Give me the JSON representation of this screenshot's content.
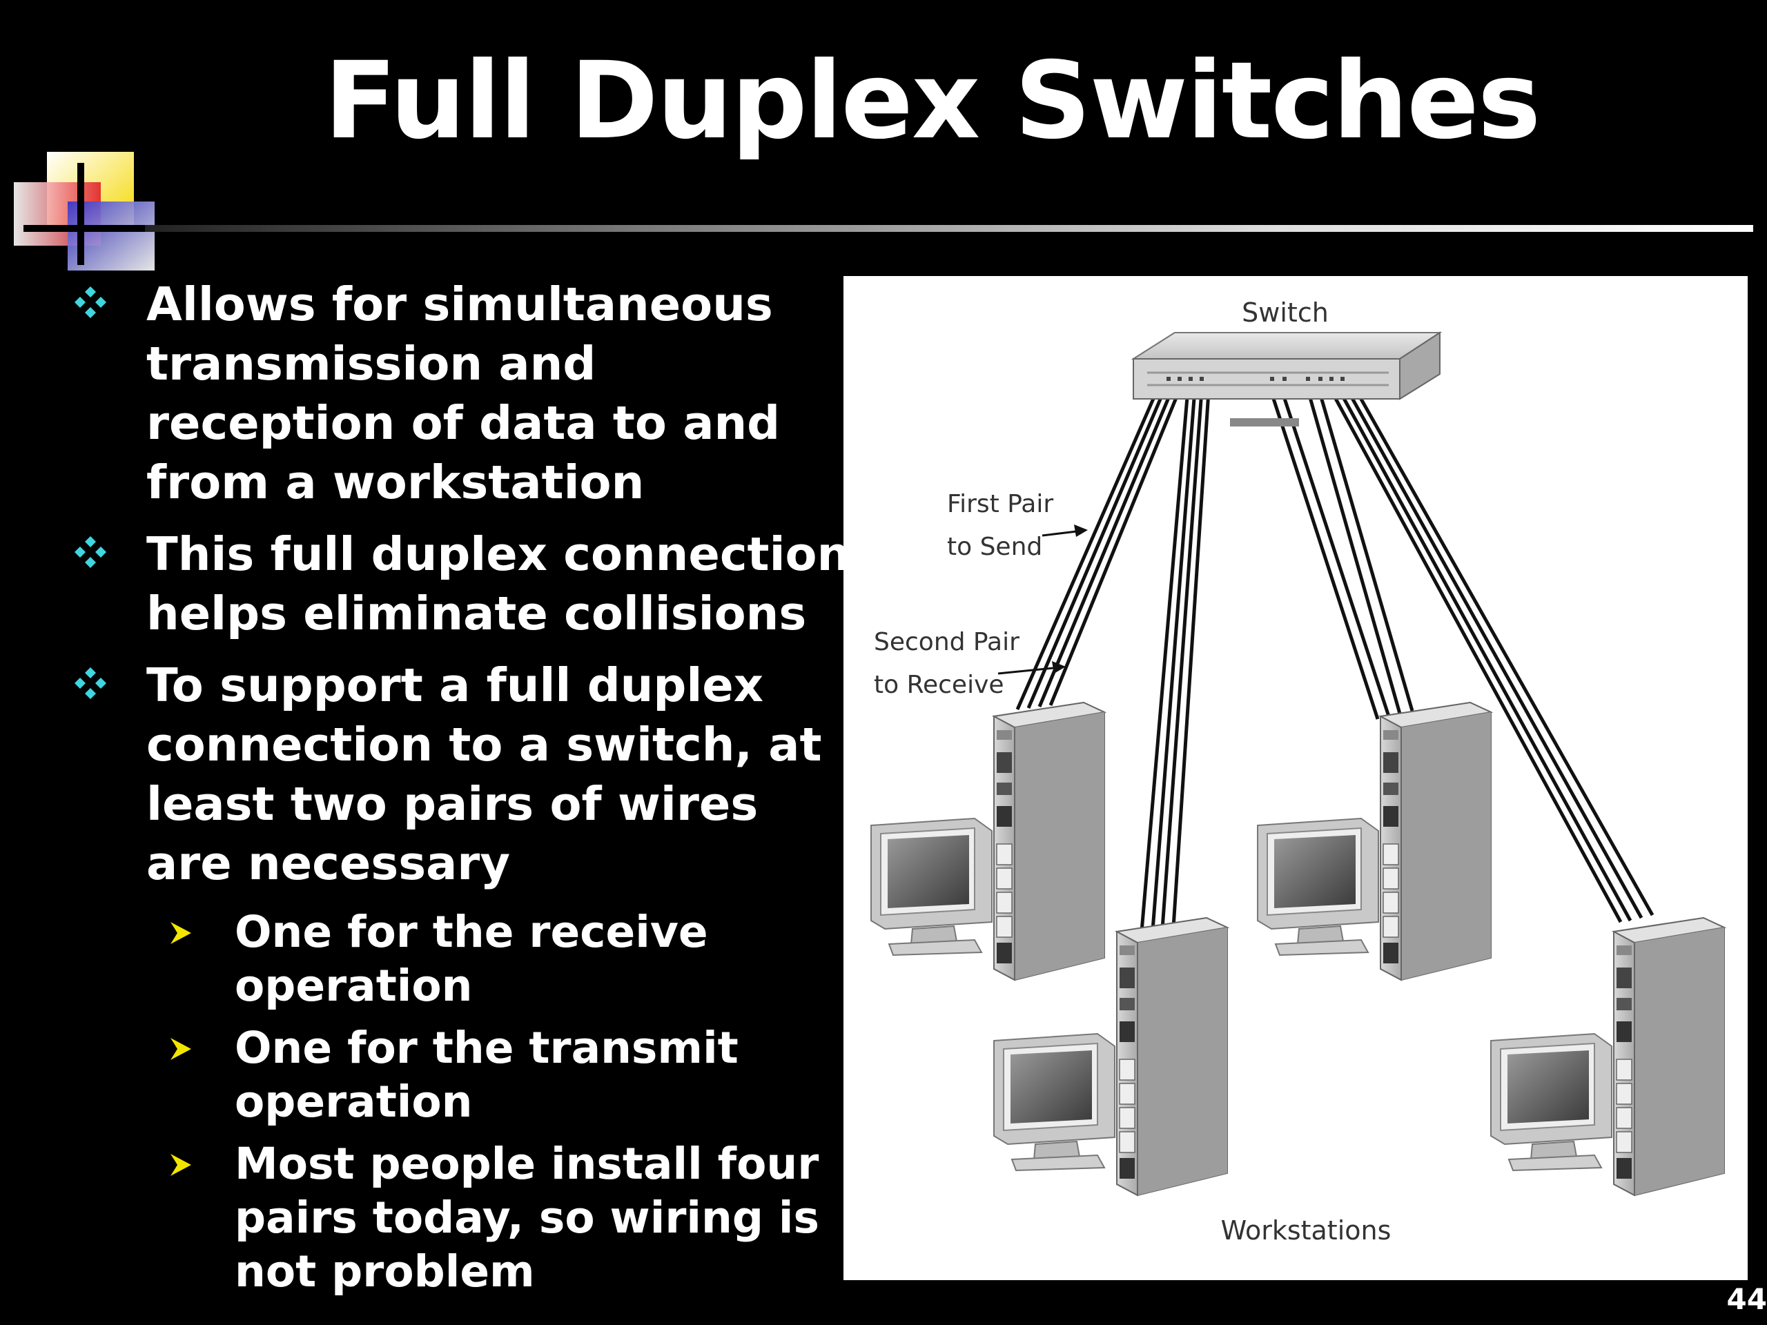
{
  "slide": {
    "title": "Full Duplex Switches",
    "page_number": "44"
  },
  "bullets": [
    {
      "level": 1,
      "text": "Allows for simultaneous transmission and reception of data to and from a workstation"
    },
    {
      "level": 1,
      "text": "This full duplex connection helps eliminate collisions"
    },
    {
      "level": 1,
      "text": "To support a full duplex connection to a switch, at least two pairs of wires are necessary"
    },
    {
      "level": 2,
      "text": "One for the receive operation"
    },
    {
      "level": 2,
      "text": "One for the transmit operation"
    },
    {
      "level": 2,
      "text": "Most people install four pairs today, so wiring is not problem"
    }
  ],
  "figure": {
    "switch_label": "Switch",
    "first_pair_line1": "First Pair",
    "first_pair_line2": "to Send",
    "second_pair_line1": "Second Pair",
    "second_pair_line2": "to Receive",
    "workstations_label": "Workstations"
  },
  "colors": {
    "background": "#000000",
    "text": "#ffffff",
    "bullet_level1": "#3fd6e0",
    "bullet_level2": "#f2e600"
  }
}
